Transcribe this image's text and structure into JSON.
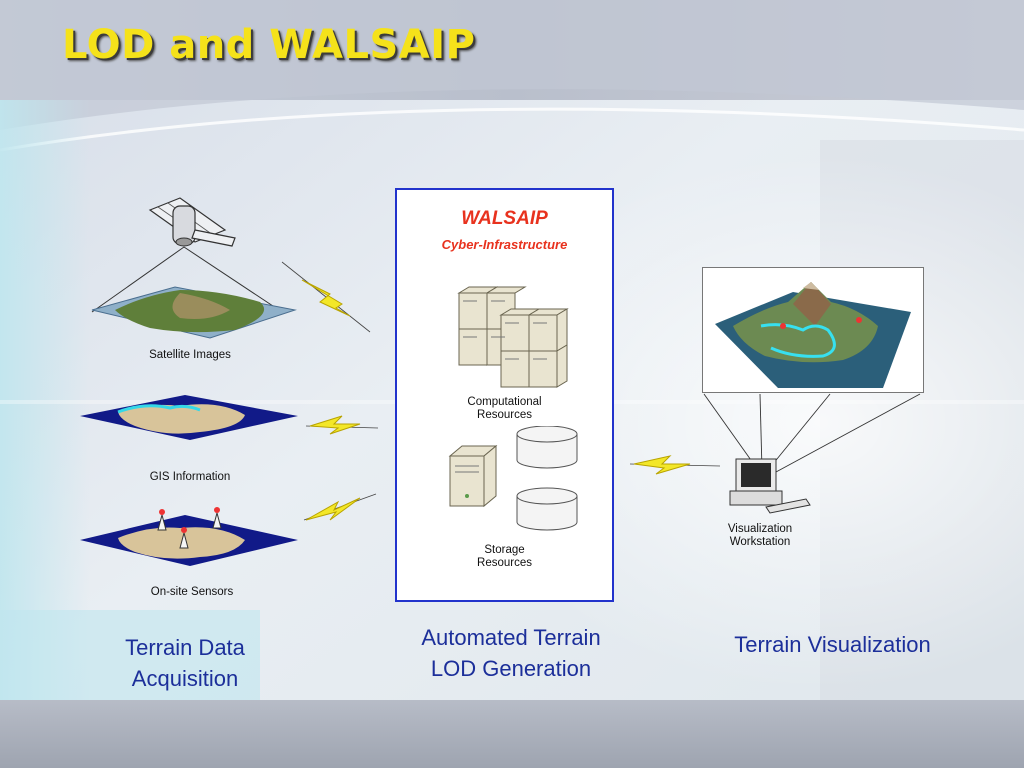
{
  "slide": {
    "title": "LOD and WALSAIP"
  },
  "acquisition": {
    "satellite_label": "Satellite Images",
    "gis_label": "GIS Information",
    "sensors_label": "On-site Sensors",
    "caption_line1": "Terrain Data",
    "caption_line2": "Acquisition"
  },
  "walsaip": {
    "title": "WALSAIP",
    "subtitle": "Cyber-Infrastructure",
    "computational_line1": "Computational",
    "computational_line2": "Resources",
    "storage_line1": "Storage",
    "storage_line2": "Resources",
    "caption_line1": "Automated Terrain",
    "caption_line2": "LOD Generation"
  },
  "visualization": {
    "workstation_line1": "Visualization",
    "workstation_line2": "Workstation",
    "caption": "Terrain Visualization"
  }
}
